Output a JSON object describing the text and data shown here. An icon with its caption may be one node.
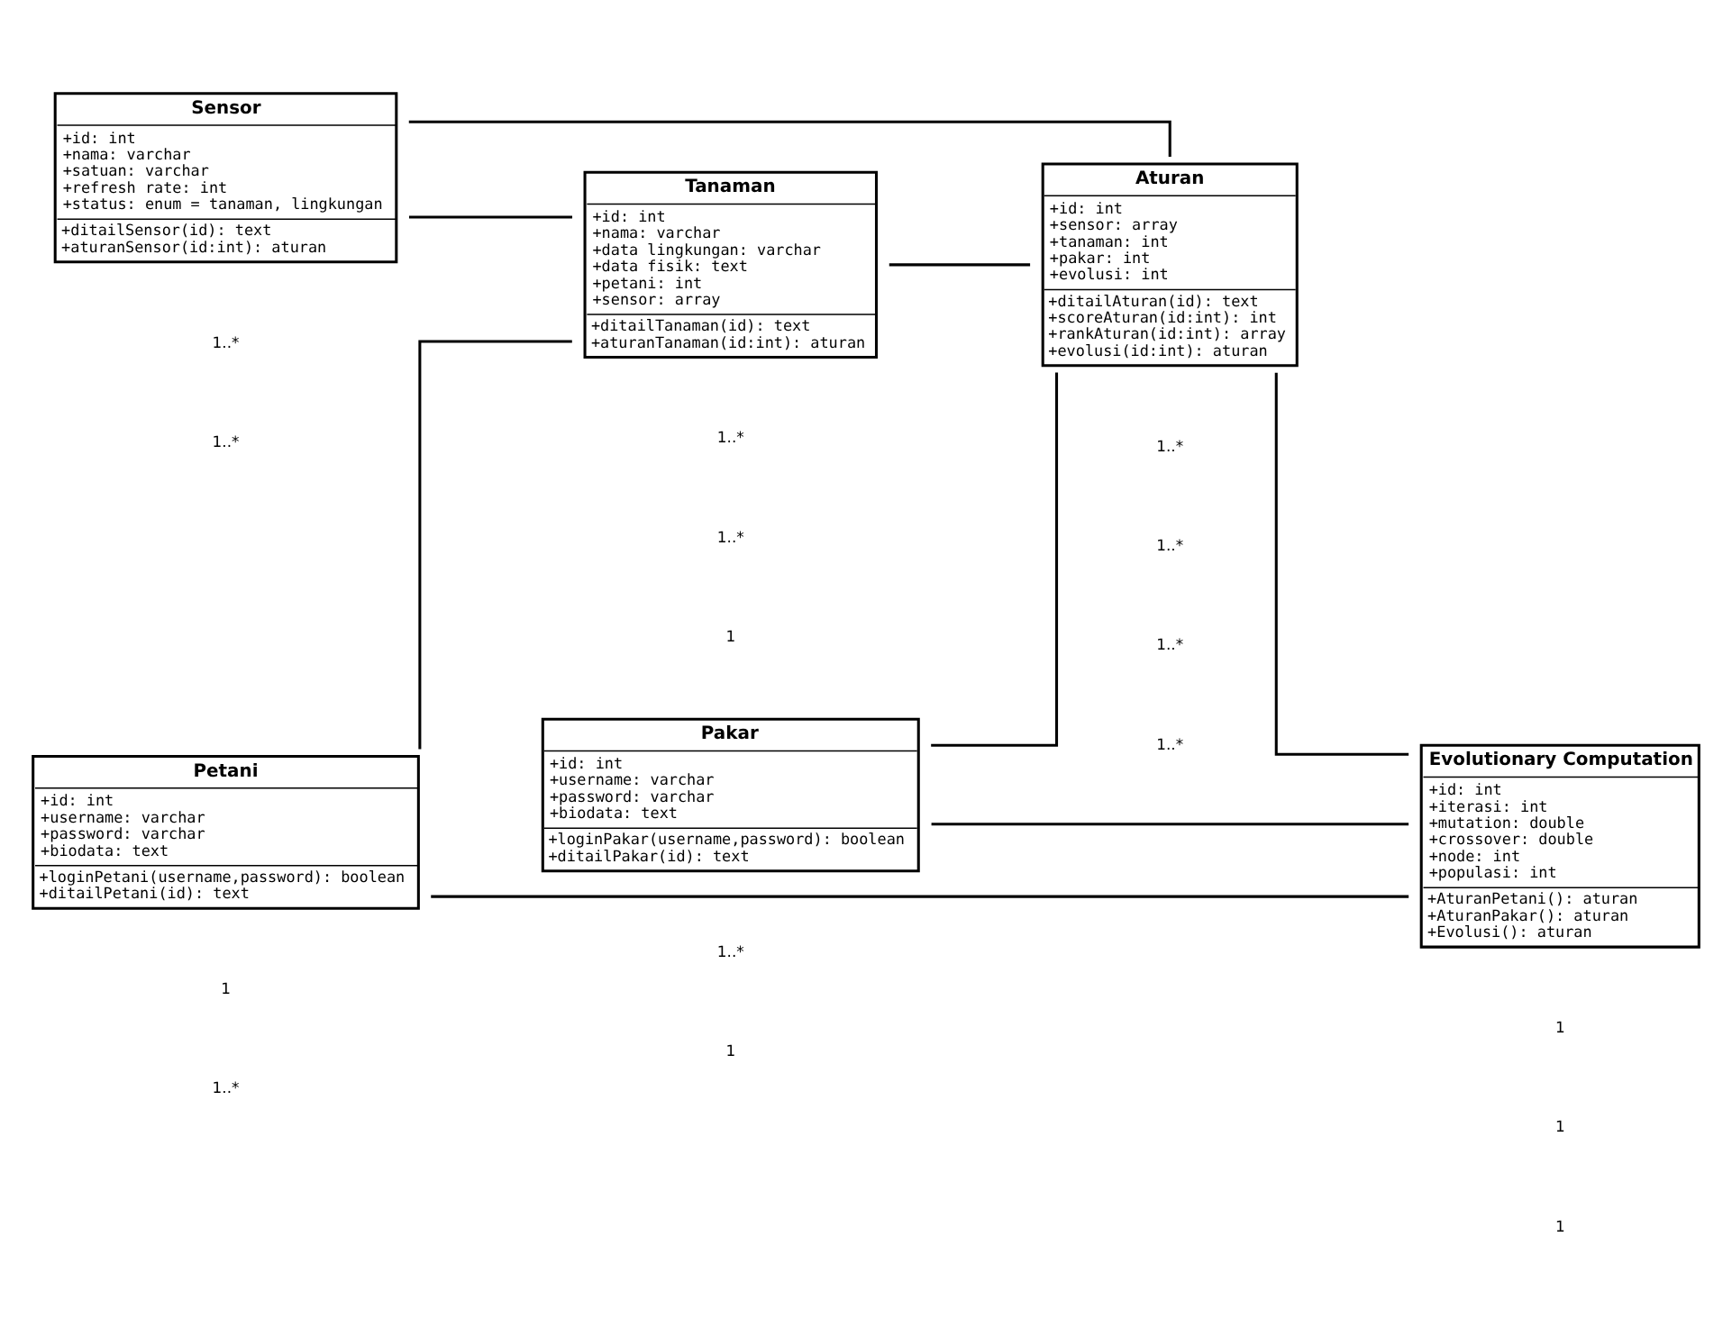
{
  "diagram": {
    "nodes": [
      {
        "text": [
          "Petani",
          "+id: int",
          "+username: varchar",
          "+password: varchar",
          "+biodata: text",
          "+loginPetani(username,password): boolean",
          "+ditailPetani(id): text"
        ]
      },
      {
        "text": [
          "Tanaman",
          "+id: int",
          "+nama: varchar",
          "+data lingkungan: varchar",
          "+data fisik: text",
          "+petani: int",
          "+sensor: array",
          "+ditailTanaman(id): text",
          "+aturanTanaman(id:int): aturan"
        ]
      },
      {
        "text": [
          "Sensor",
          "+id: int",
          "+nama: varchar",
          "+satuan: varchar",
          "+refresh rate: int",
          "+status: enum = tanaman, lingkungan",
          "+ditailSensor(id): text",
          "+aturanSensor(id:int): aturan"
        ]
      },
      {
        "text": [
          "Aturan",
          "+id: int",
          "+sensor: array",
          "+tanaman: int",
          "+pakar: int",
          "+evolusi: int",
          "+ditailAturan(id): text",
          "+scoreAturan(id:int): int",
          "+rankAturan(id:int): array",
          "+evolusi(id:int): aturan"
        ]
      },
      {
        "text": [
          "Pakar",
          "+id: int",
          "+username: varchar",
          "+password: varchar",
          "+biodata: text",
          "+loginPakar(username,password): boolean",
          "+ditailPakar(id): text"
        ]
      },
      {
        "text": [
          "Evolutionary Computation",
          "+id: int",
          "+iterasi: int",
          "+mutation: double",
          "+crossover: double",
          "+node: int",
          "+populasi: int",
          "+AturanPetani(): aturan",
          "+AturanPakar(): aturan",
          "+Evolusi(): aturan"
        ]
      }
    ],
    "edges": [
      {
        "from": 0,
        "to": 1,
        "arrow": "none"
      },
      {
        "from": 2,
        "to": 1,
        "arrow": "none"
      },
      {
        "from": 2,
        "to": 3,
        "arrow": "none"
      },
      {
        "from": 1,
        "to": 3,
        "arrow": "none"
      },
      {
        "from": 4,
        "to": 3,
        "arrow": "none"
      },
      {
        "from": 3,
        "to": 5,
        "arrow": "none"
      },
      {
        "from": 4,
        "to": 5,
        "arrow": "none"
      },
      {
        "from": 0,
        "to": 5,
        "arrow": "none"
      }
    ],
    "labels": [
      "1",
      "1",
      "1..*",
      "1..*",
      "1..*",
      "1..*",
      "1..*",
      "1..*",
      "1..*",
      "1..*",
      "1",
      "1..*",
      "1..*",
      "1",
      "1",
      "1"
    ]
  }
}
